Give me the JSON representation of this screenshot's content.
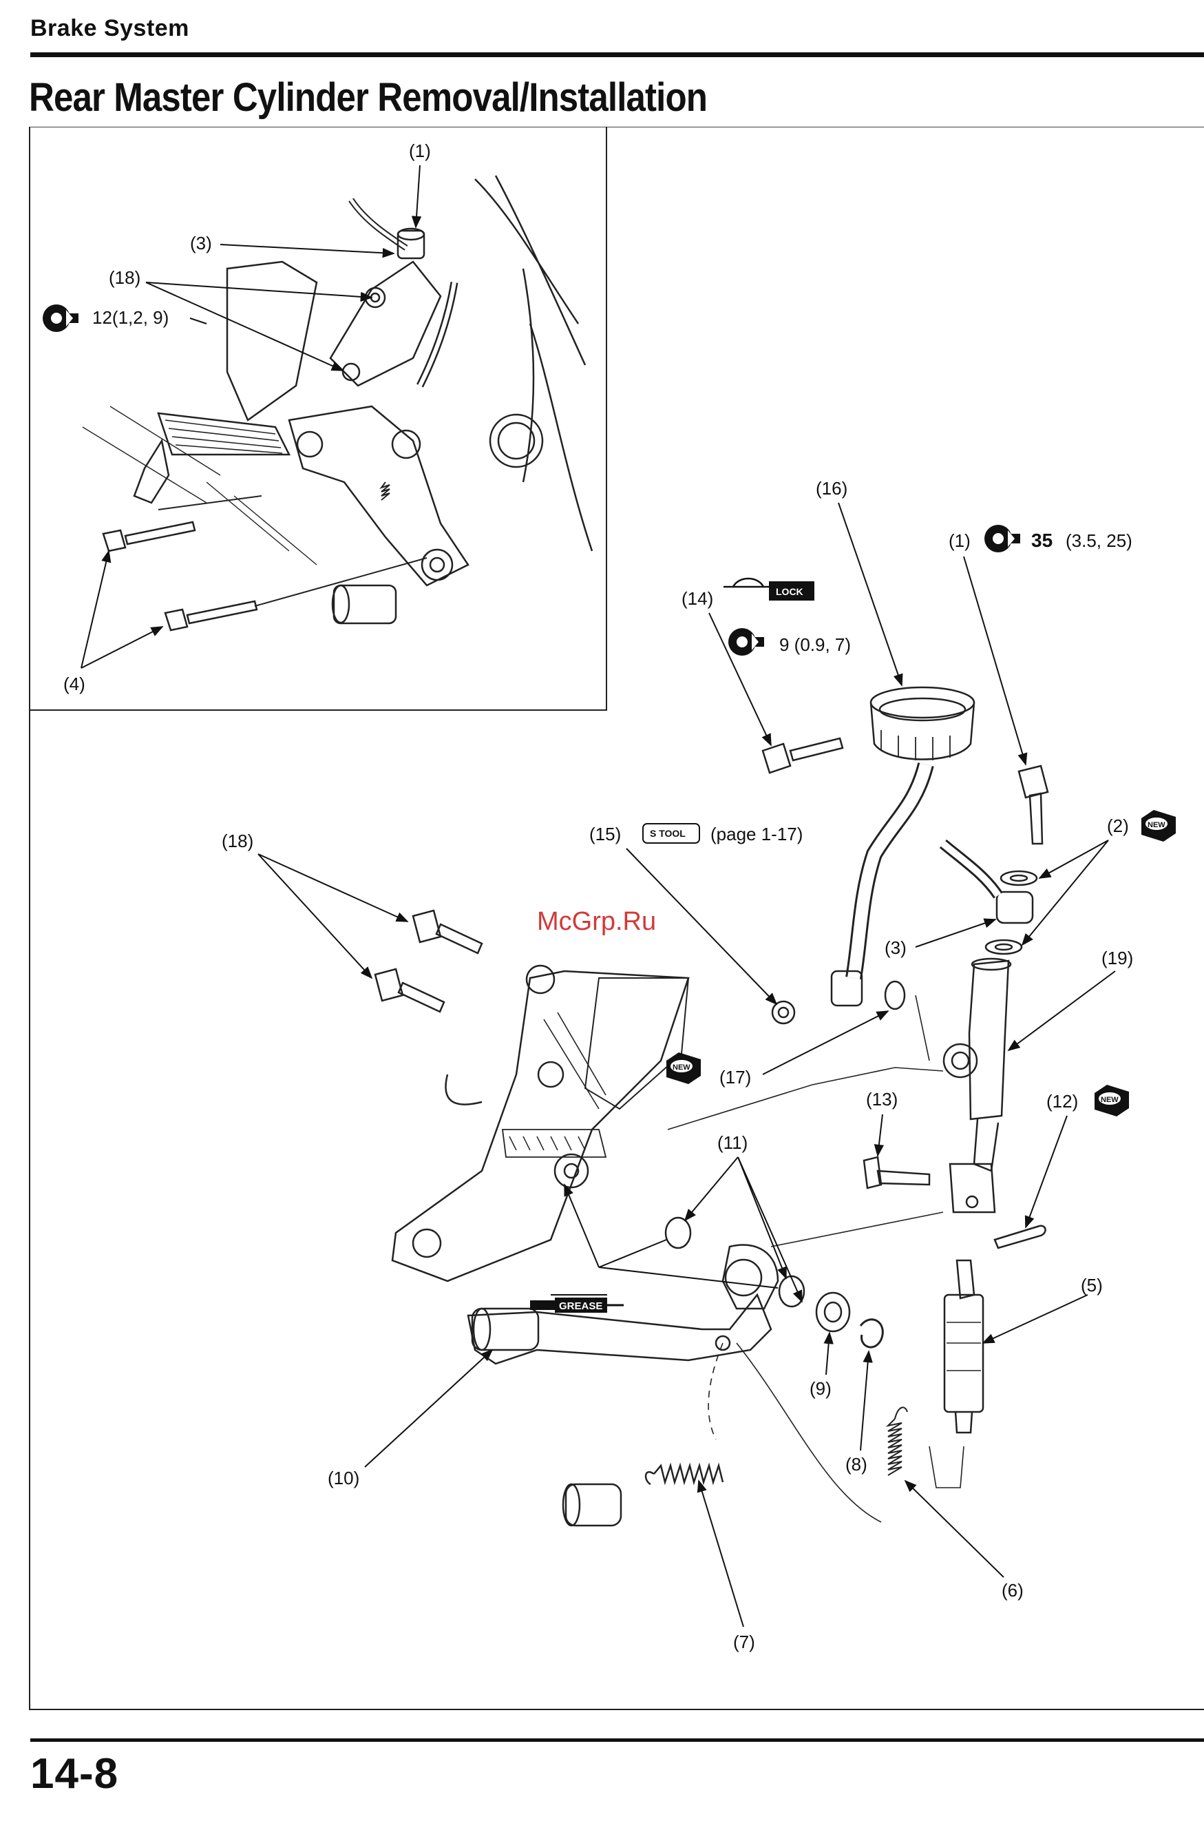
{
  "header": {
    "section": "Brake System",
    "title": "Rear Master Cylinder Removal/Installation"
  },
  "watermark": "McGrp.Ru",
  "inset_labels": {
    "c1": "(1)",
    "c3": "(3)",
    "c18": "(18)",
    "c4": "(4)",
    "torque_value": "12(1,2, 9)"
  },
  "labels": {
    "c16": "(16)",
    "c14": "(14)",
    "c1": "(1)",
    "c2": "(2)",
    "c3": "(3)",
    "c19": "(19)",
    "c15": "(15)",
    "c18": "(18)",
    "c17": "(17)",
    "c13": "(13)",
    "c12": "(12)",
    "c11": "(11)",
    "c5": "(5)",
    "c9": "(9)",
    "c8": "(8)",
    "c10": "(10)",
    "c6": "(6)",
    "c7": "(7)"
  },
  "torque": {
    "bolt1_value": "35",
    "bolt1_units": "(3.5, 25)",
    "bolt14_value": "9 (0.9, 7)"
  },
  "badges": {
    "lock": "LOCK",
    "new": "NEW",
    "tool": "S TOOL",
    "grease": "GREASE"
  },
  "reference": {
    "page": "(page 1-17)"
  },
  "footer": {
    "page_number": "14-8"
  },
  "icons": [
    "torque-wrench-icon",
    "lock-icon",
    "new-part-icon",
    "special-tool-icon",
    "grease-icon"
  ],
  "colors": {
    "ink": "#111111",
    "watermark": "#d23a3a",
    "paper": "#ffffff"
  }
}
